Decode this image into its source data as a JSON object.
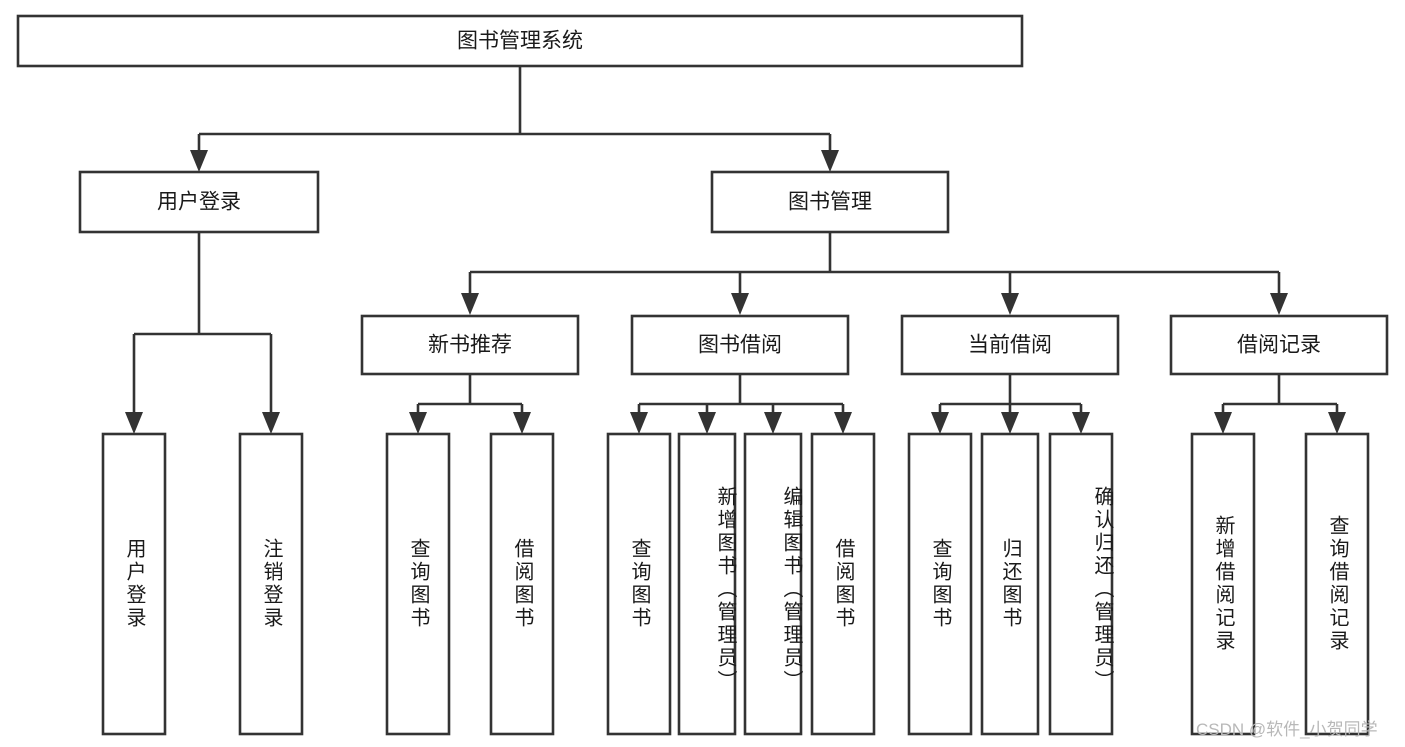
{
  "diagram": {
    "title_node": {
      "label": "图书管理系统"
    },
    "level2": [
      {
        "id": "user-login",
        "label": "用户登录"
      },
      {
        "id": "book-manage",
        "label": "图书管理"
      }
    ],
    "level3": [
      {
        "id": "new-book-recommend",
        "label": "新书推荐"
      },
      {
        "id": "book-borrow",
        "label": "图书借阅"
      },
      {
        "id": "current-borrow",
        "label": "当前借阅"
      },
      {
        "id": "borrow-record",
        "label": "借阅记录"
      }
    ],
    "leaves": [
      {
        "id": "leaf-user-login",
        "label": "用户登录",
        "parent": "user-login"
      },
      {
        "id": "leaf-logout",
        "label": "注销登录",
        "parent": "user-login"
      },
      {
        "id": "leaf-query-book-1",
        "label": "查询图书",
        "parent": "new-book-recommend"
      },
      {
        "id": "leaf-borrow-book-1",
        "label": "借阅图书",
        "parent": "new-book-recommend"
      },
      {
        "id": "leaf-query-book-2",
        "label": "查询图书",
        "parent": "book-borrow"
      },
      {
        "id": "leaf-add-book",
        "label": "新增图书（管理员）",
        "parent": "book-borrow"
      },
      {
        "id": "leaf-edit-book",
        "label": "编辑图书（管理员）",
        "parent": "book-borrow"
      },
      {
        "id": "leaf-borrow-book-2",
        "label": "借阅图书",
        "parent": "book-borrow"
      },
      {
        "id": "leaf-query-book-3",
        "label": "查询图书",
        "parent": "current-borrow"
      },
      {
        "id": "leaf-return-book",
        "label": "归还图书",
        "parent": "current-borrow"
      },
      {
        "id": "leaf-confirm-return",
        "label": "确认归还（管理员）",
        "parent": "current-borrow"
      },
      {
        "id": "leaf-add-record",
        "label": "新增借阅记录",
        "parent": "borrow-record"
      },
      {
        "id": "leaf-query-record",
        "label": "查询借阅记录",
        "parent": "borrow-record"
      }
    ]
  },
  "watermark": {
    "text": "CSDN @软件_小贺同学"
  },
  "colors": {
    "stroke": "#333333",
    "box_fill": "#ffffff",
    "text": "#1a1a1a",
    "watermark": "#b8b8b8",
    "background": "#ffffff"
  }
}
